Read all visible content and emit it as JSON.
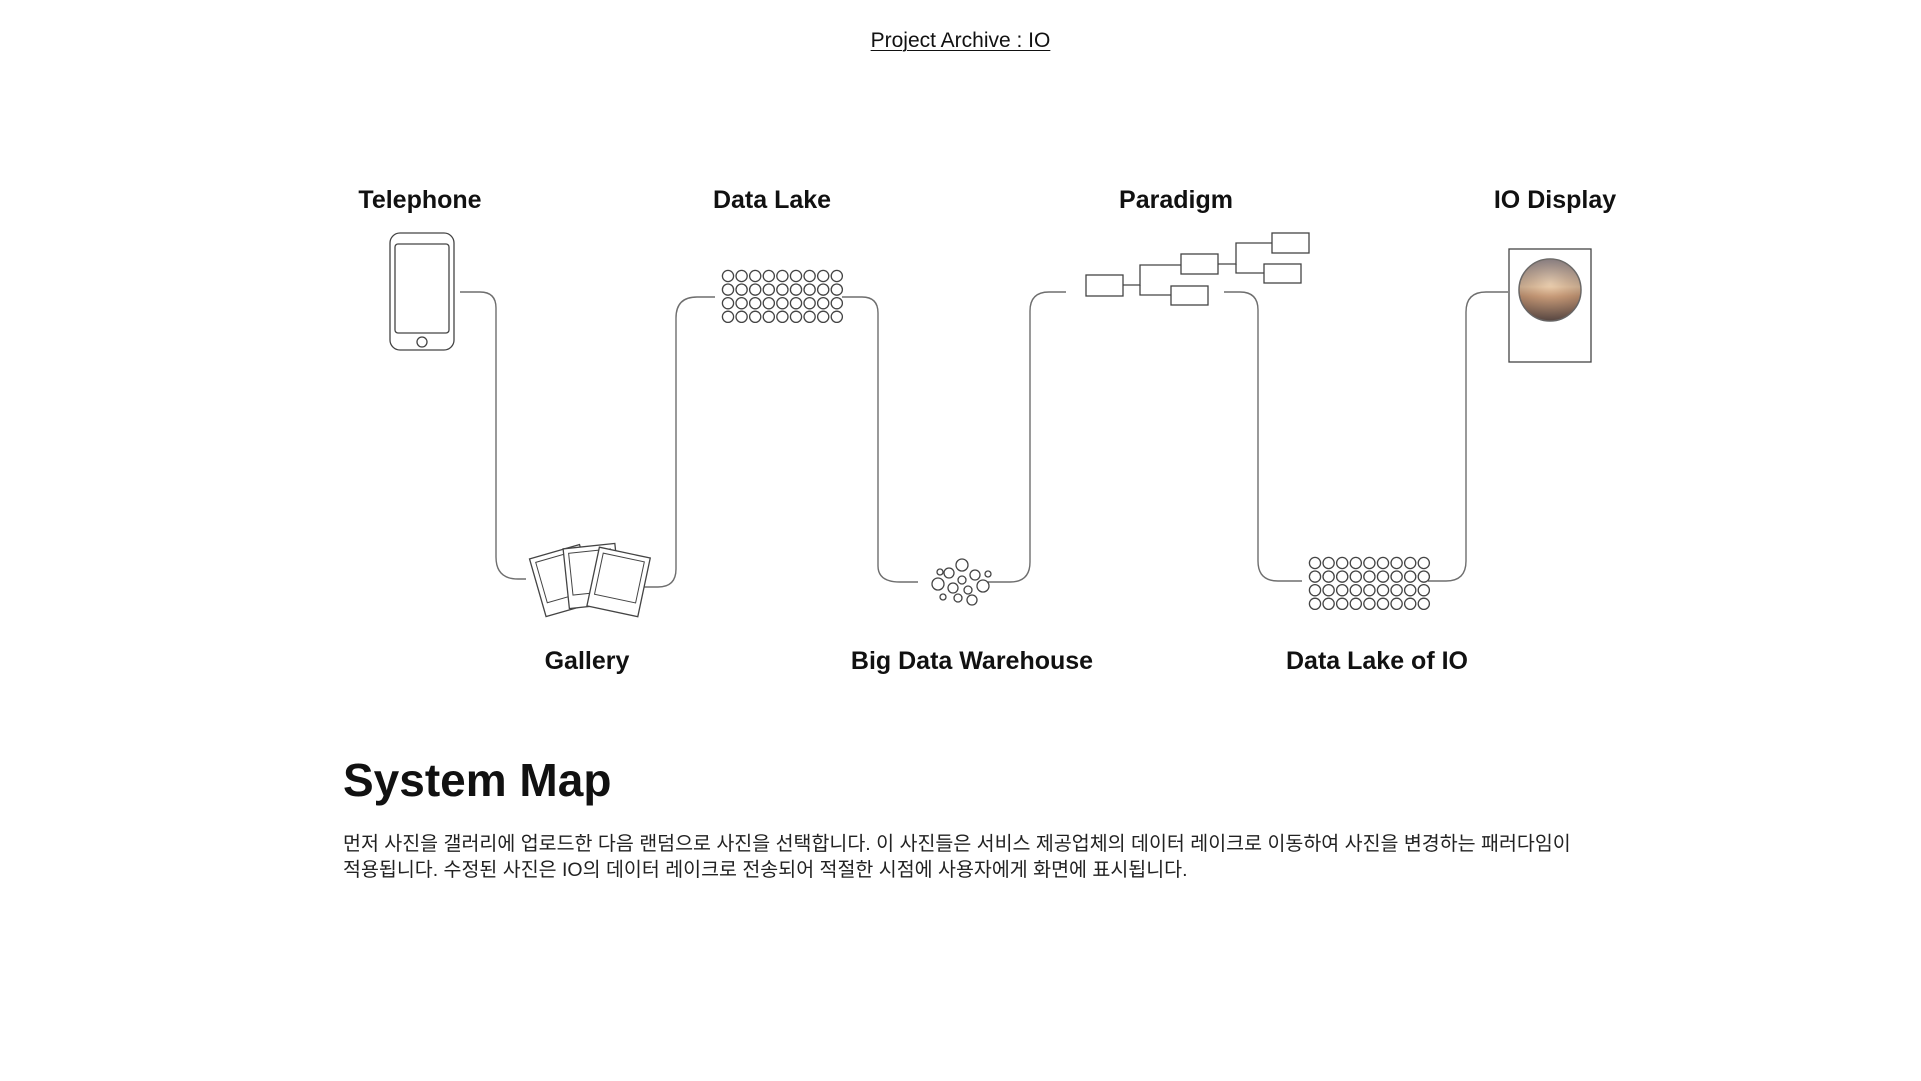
{
  "header": {
    "link_text": "Project Archive : IO"
  },
  "diagram": {
    "nodes": [
      {
        "id": "telephone",
        "label": "Telephone",
        "icon": "smartphone-icon"
      },
      {
        "id": "gallery",
        "label": "Gallery",
        "icon": "photo-stack-icon"
      },
      {
        "id": "data-lake",
        "label": "Data Lake",
        "icon": "circle-grid-icon"
      },
      {
        "id": "big-data-warehouse",
        "label": "Big Data Warehouse",
        "icon": "circle-cluster-icon"
      },
      {
        "id": "paradigm",
        "label": "Paradigm",
        "icon": "tree-boxes-icon"
      },
      {
        "id": "data-lake-of-io",
        "label": "Data Lake of IO",
        "icon": "circle-grid-icon"
      },
      {
        "id": "io-display",
        "label": "IO Display",
        "icon": "framed-display-icon"
      }
    ],
    "flow_order": [
      "telephone",
      "gallery",
      "data-lake",
      "big-data-warehouse",
      "paradigm",
      "data-lake-of-io",
      "io-display"
    ]
  },
  "section": {
    "title": "System Map",
    "description_line1": "먼저 사진을 갤러리에 업로드한 다음 랜덤으로 사진을 선택합니다. 이 사진들은 서비스 제공업체의 데이터 레이크로 이동하여 사진을 변경하는 패러다임이",
    "description_line2": "적용됩니다. 수정된 사진은 IO의 데이터 레이크로 전송되어 적절한 시점에 사용자에게 화면에 표시됩니다."
  },
  "colors": {
    "text": "#111111",
    "line": "#6e6e6e",
    "background": "#ffffff"
  }
}
